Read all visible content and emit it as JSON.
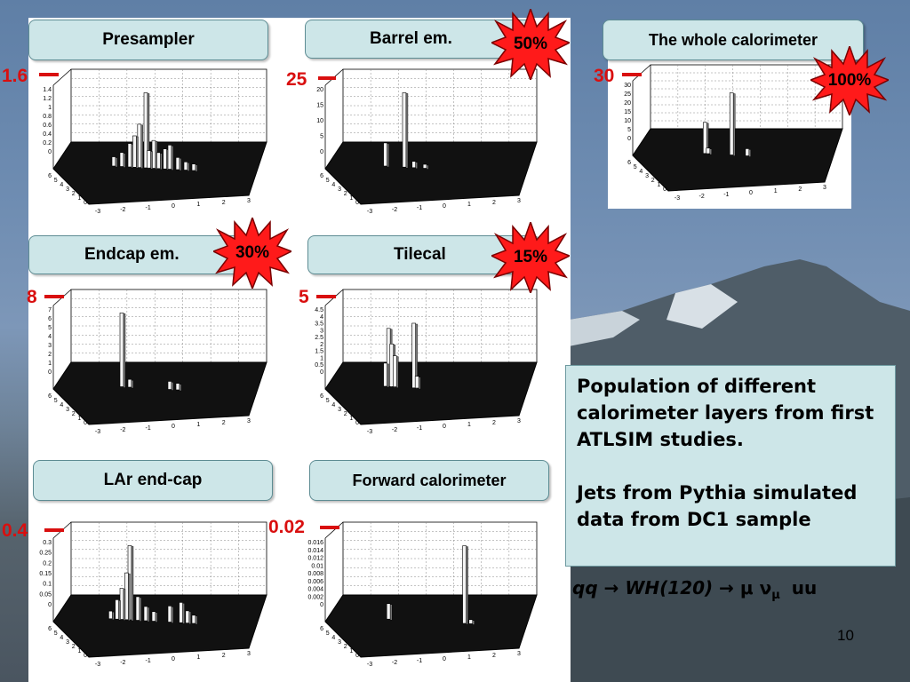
{
  "slide": {
    "page_number": "10",
    "accent_color": "#d90f0f",
    "title_box_color": "#cde6e8"
  },
  "panels": [
    {
      "id": "presampler",
      "title": "Presampler",
      "max_label": "1.6",
      "y_ticks": [
        "1.4",
        "1.2",
        "1",
        "0.8",
        "0.6",
        "0.4",
        "0.2",
        "0"
      ]
    },
    {
      "id": "barrel",
      "title": "Barrel em.",
      "max_label": "25",
      "y_ticks": [
        "20",
        "15",
        "10",
        "5",
        "0"
      ]
    },
    {
      "id": "whole",
      "title": "The whole calorimeter",
      "max_label": "30",
      "y_ticks": [
        "30",
        "25",
        "20",
        "15",
        "10",
        "5",
        "0"
      ]
    },
    {
      "id": "endcap",
      "title": "Endcap em.",
      "max_label": "8",
      "y_ticks": [
        "7",
        "6",
        "5",
        "4",
        "3",
        "2",
        "1",
        "0"
      ]
    },
    {
      "id": "tilecal",
      "title": "Tilecal",
      "max_label": "5",
      "y_ticks": [
        "4.5",
        "4",
        "3.5",
        "3",
        "2.5",
        "2",
        "1.5",
        "1",
        "0.5",
        "0"
      ]
    },
    {
      "id": "lar",
      "title": "LAr end-cap",
      "max_label": "0.4",
      "y_ticks": [
        "0.3",
        "0.25",
        "0.2",
        "0.15",
        "0.1",
        "0.05",
        "0"
      ]
    },
    {
      "id": "forward",
      "title": "Forward calorimeter",
      "max_label": "0.02",
      "y_ticks": [
        "0.016",
        "0.014",
        "0.012",
        "0.01",
        "0.008",
        "0.006",
        "0.004",
        "0.002",
        "0"
      ]
    }
  ],
  "axis_ticks": {
    "left": [
      "6",
      "5",
      "4",
      "3",
      "2",
      "1",
      "0"
    ],
    "right": [
      "-3",
      "-2",
      "-1",
      "0",
      "1",
      "2",
      "3"
    ]
  },
  "badges": [
    {
      "id": "barrel",
      "label": "50%"
    },
    {
      "id": "whole",
      "label": "100%"
    },
    {
      "id": "endcap",
      "label": "30%"
    },
    {
      "id": "tilecal",
      "label": "15%"
    }
  ],
  "info": {
    "line1": "Population of different calorimeter layers from first ATLSIM studies.",
    "line2": "Jets from Pythia simulated data from DC1 sample"
  },
  "formula": {
    "part1": "qq",
    "arrow1": "→",
    "part2": "WH(120)",
    "arrow2": "→",
    "mu": "μ",
    "nu": "ν",
    "nu_sub": "μ",
    "part3": "uu"
  }
}
